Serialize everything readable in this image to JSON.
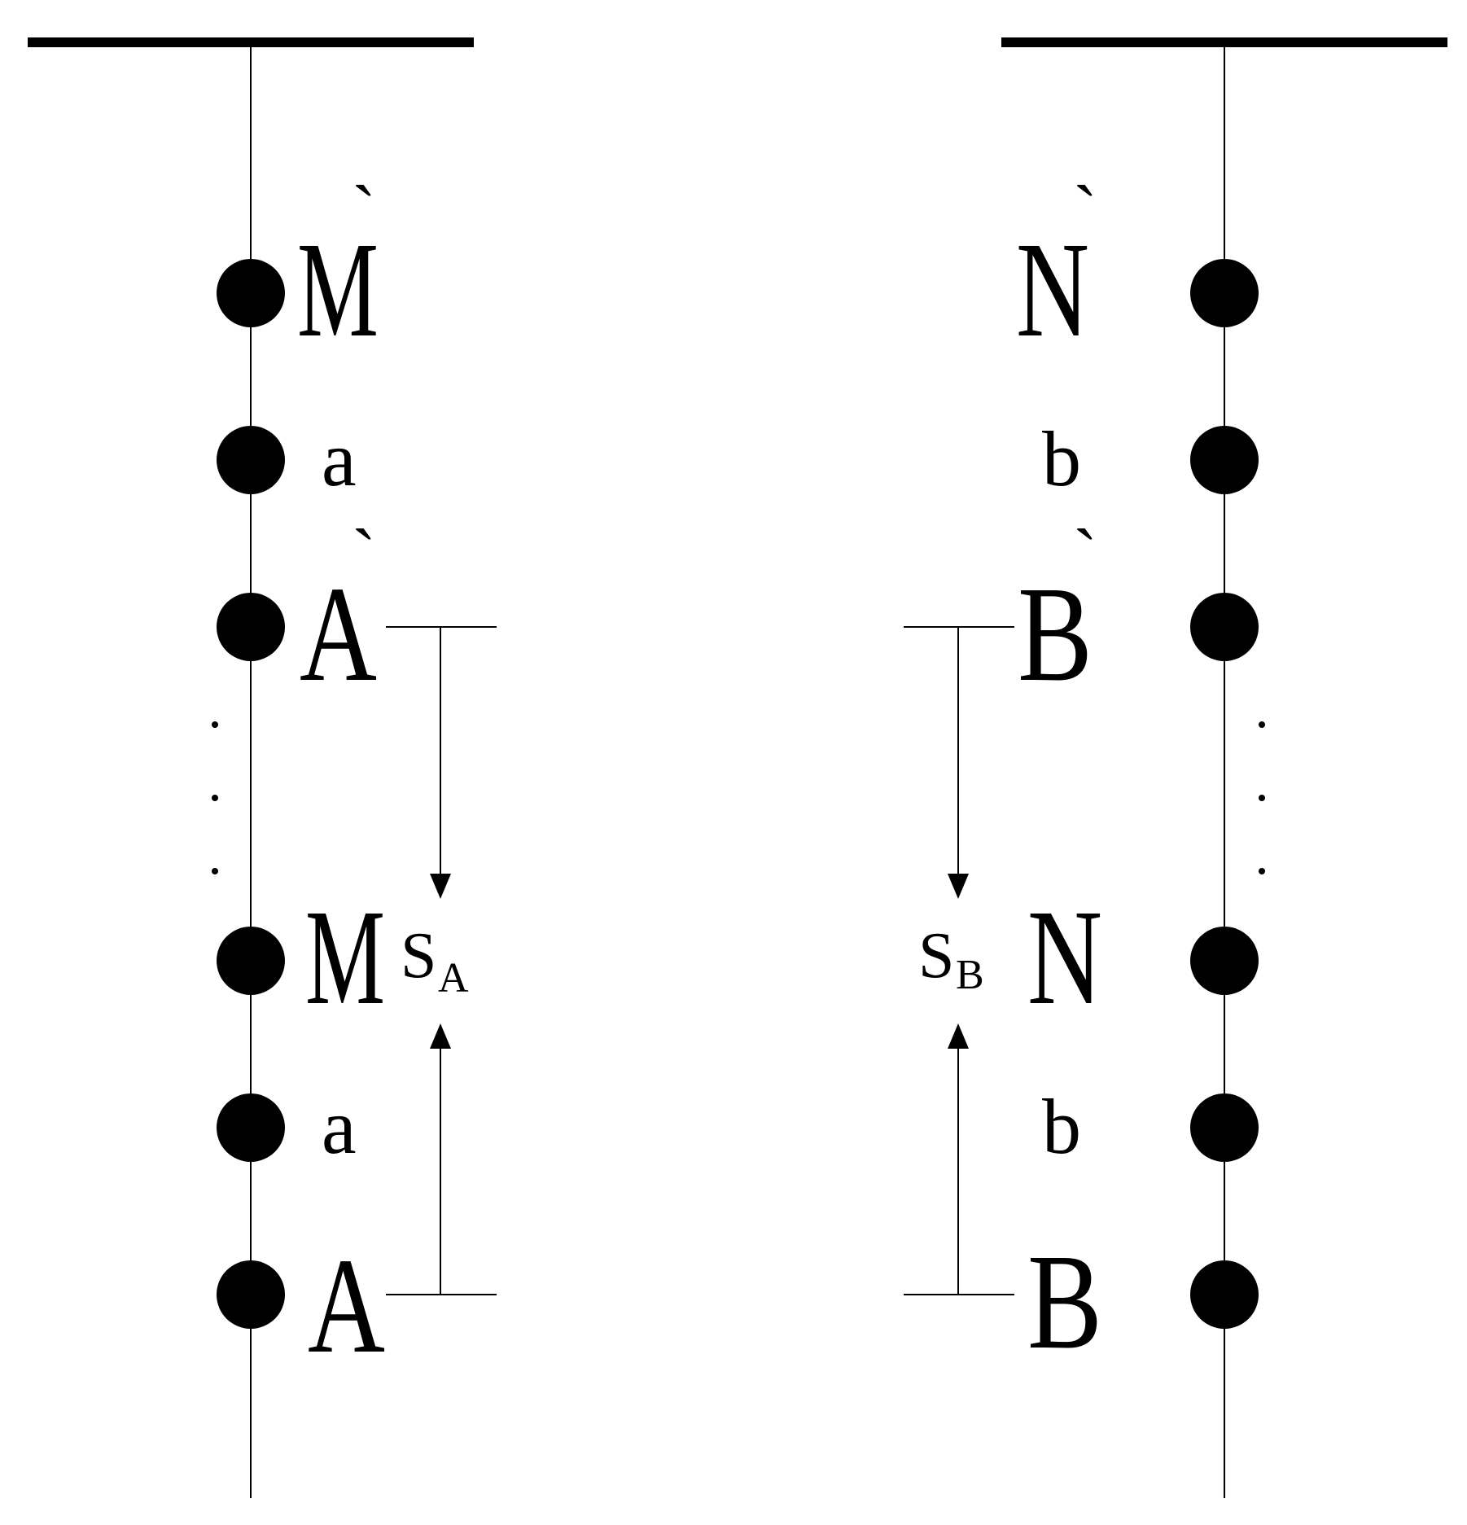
{
  "left_column": {
    "top_label": "M",
    "top_prime": "`",
    "mid_label_upper": "a",
    "upper_A": "A",
    "upper_A_prime": "`",
    "lower_M": "M",
    "lower_a": "a",
    "lower_A": "A",
    "distance_symbol": "S",
    "distance_subscript": "A"
  },
  "right_column": {
    "top_label": "N",
    "top_prime": "`",
    "mid_label_upper": "b",
    "upper_B": "B",
    "upper_B_prime": "`",
    "lower_N": "N",
    "lower_b": "b",
    "lower_B": "B",
    "distance_symbol": "S",
    "distance_subscript": "B"
  },
  "colors": {
    "stroke": "#000000",
    "background": "#ffffff"
  }
}
